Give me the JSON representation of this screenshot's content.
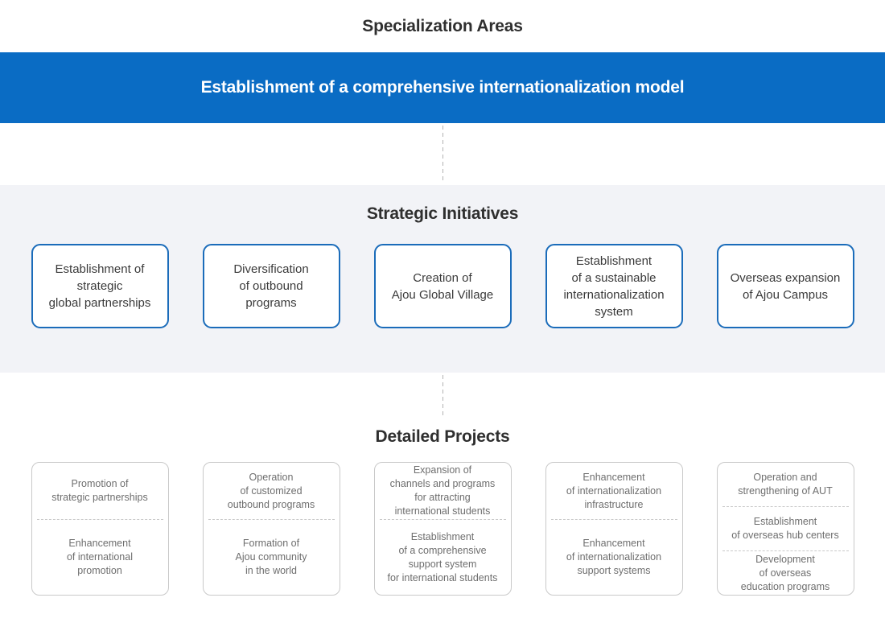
{
  "header": {
    "title": "Specialization Areas",
    "banner": "Establishment of a comprehensive internationalization model"
  },
  "strategic": {
    "heading": "Strategic Initiatives",
    "boxes": [
      {
        "label": "Establishment of\nstrategic\nglobal partnerships"
      },
      {
        "label": "Diversification\nof outbound\nprograms"
      },
      {
        "label": "Creation of\nAjou Global Village"
      },
      {
        "label": "Establishment\nof a sustainable\ninternationalization\nsystem"
      },
      {
        "label": "Overseas expansion\nof Ajou Campus"
      }
    ]
  },
  "detailed": {
    "heading": "Detailed Projects",
    "columns": [
      {
        "projects": [
          "Promotion of\nstrategic partnerships",
          "Enhancement\nof international\npromotion"
        ]
      },
      {
        "projects": [
          "Operation\nof customized\noutbound programs",
          "Formation of\nAjou community\nin the world"
        ]
      },
      {
        "projects": [
          "Expansion of\nchannels and programs\nfor attracting\ninternational students",
          "Establishment\nof a comprehensive\nsupport system\nfor international students"
        ]
      },
      {
        "projects": [
          "Enhancement\nof internationalization\ninfrastructure",
          "Enhancement\nof internationalization\nsupport systems"
        ]
      },
      {
        "projects": [
          "Operation and\nstrengthening of AUT",
          "Establishment\nof overseas hub centers",
          "Development\nof overseas\neducation programs"
        ]
      }
    ]
  },
  "colors": {
    "banner_bg": "#0a6cc4",
    "strategic_box_border": "#1b6cba",
    "section_bg": "#f2f3f7",
    "connector": "#b3b3b3",
    "detail_border": "#c9c9c9"
  }
}
